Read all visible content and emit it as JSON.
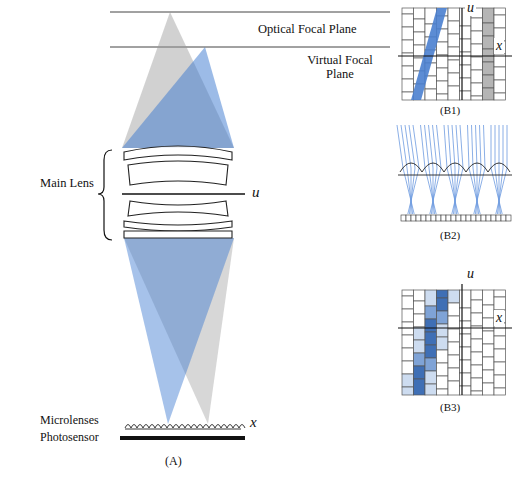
{
  "diagram": {
    "labels": [
      "Optical Focal Plane",
      "Virtual Focal Plane",
      "Main Lens",
      "u",
      "Microlenses",
      "x",
      "Photosensor",
      "(A)",
      "u",
      "x",
      "(B1)",
      "(B2)",
      "u",
      "x",
      "(B3)"
    ]
  }
}
